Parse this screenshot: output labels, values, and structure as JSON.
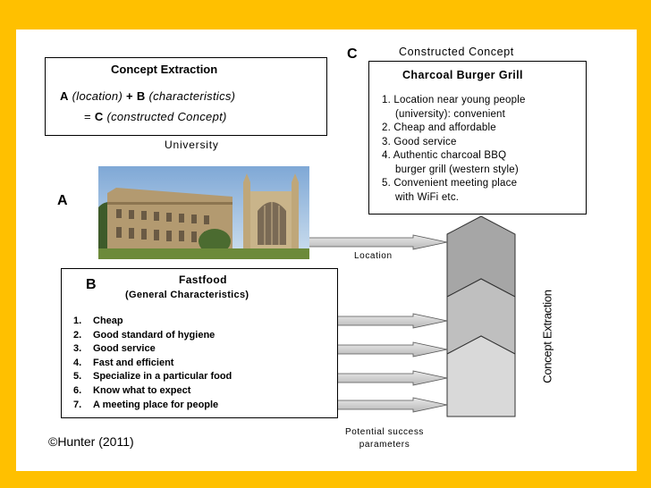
{
  "extraction_box": {
    "title": "Concept Extraction",
    "a_letter": "A",
    "a_text": "(location)",
    "plus": "+",
    "b_letter": "B",
    "b_text": "(characteristics)",
    "equals": "=",
    "c_letter": "C",
    "c_text": "(constructed Concept)"
  },
  "label_university": "University",
  "label_a": "A",
  "label_c": "C",
  "constructed_heading": "Constructed Concept",
  "concept_box": {
    "title": "Charcoal Burger Grill",
    "items": [
      "Location near young people",
      "(university): convenient",
      "Cheap and affordable",
      "Good service",
      "Authentic charcoal BBQ",
      "burger grill (western style)",
      "Convenient meeting place",
      "with WiFi etc."
    ],
    "numbers": [
      "1.",
      "2.",
      "3.",
      "4.",
      "5."
    ]
  },
  "label_location": "Location",
  "fastfood_box": {
    "letter": "B",
    "title": "Fastfood",
    "subtitle": "(General Characteristics)",
    "items": [
      "Cheap",
      "Good standard of hygiene",
      "Good service",
      "Fast and efficient",
      "Specialize in a particular food",
      "Know what to expect",
      "A meeting place for people"
    ]
  },
  "vertical_label": "Concept Extraction",
  "potential": [
    "Potential success",
    "parameters"
  ],
  "copyright": "©Hunter (2011)",
  "colors": {
    "frame": "#FFC000",
    "chevron_dark": "#A6A6A6",
    "chevron_mid": "#BFBFBF",
    "chevron_light": "#D9D9D9",
    "arrow": "#C8C8C8"
  }
}
